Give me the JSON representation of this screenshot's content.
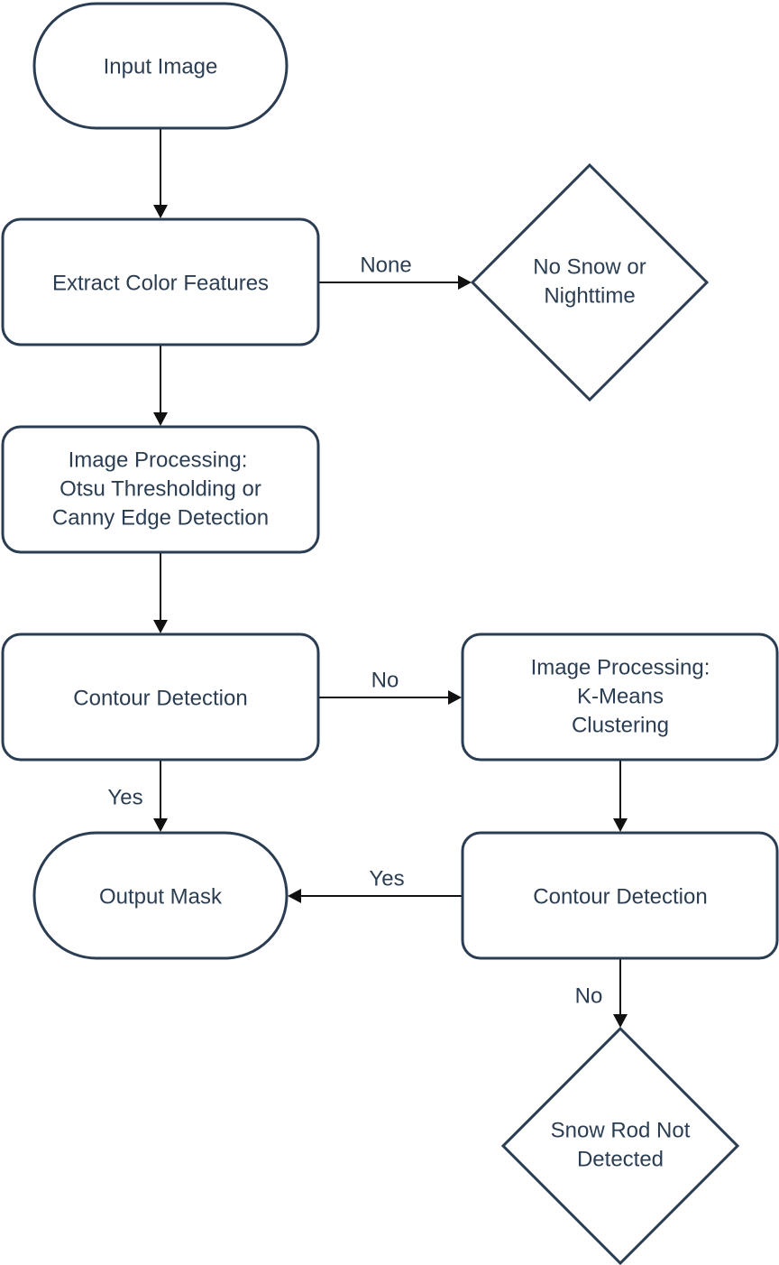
{
  "nodes": {
    "input_image": "Input Image",
    "extract_color": "Extract Color Features",
    "no_snow": [
      "No Snow or",
      "Nighttime"
    ],
    "image_proc_otsu": [
      "Image Processing:",
      "Otsu Thresholding or",
      "Canny Edge Detection"
    ],
    "contour_detection_1": "Contour Detection",
    "image_proc_kmeans": [
      "Image Processing:",
      "K-Means",
      "Clustering"
    ],
    "output_mask": "Output Mask",
    "contour_detection_2": "Contour Detection",
    "snow_rod_not_detected": [
      "Snow Rod Not",
      "Detected"
    ]
  },
  "edges": {
    "none": "None",
    "no_1": "No",
    "yes_1": "Yes",
    "yes_2": "Yes",
    "no_2": "No"
  },
  "colors": {
    "node_stroke": "#2b3d52",
    "text": "#2b3d52",
    "arrow": "#111111",
    "background": "#ffffff"
  }
}
